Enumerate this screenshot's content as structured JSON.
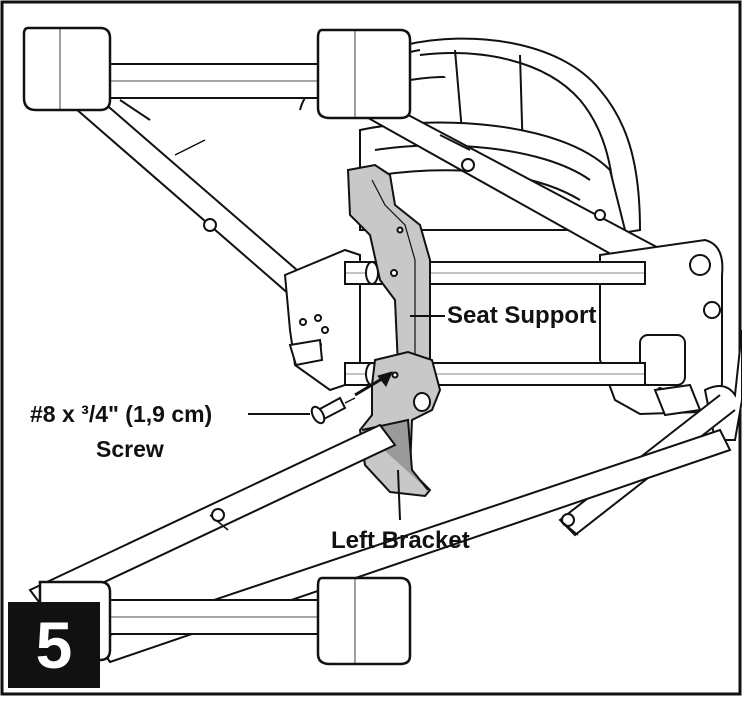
{
  "labels": {
    "seat_support": "Seat Support",
    "screw_line1": "#8 x ³/4\" (1,9 cm)",
    "screw_line2": "Screw",
    "left_bracket": "Left Bracket"
  },
  "step": {
    "number": "5"
  },
  "colors": {
    "line": "#111111",
    "part_fill": "#ffffff",
    "highlight_fill": "#c8c8c8",
    "highlight_dark": "#9a9a9a",
    "badge_bg": "#111111",
    "badge_text": "#ffffff"
  }
}
